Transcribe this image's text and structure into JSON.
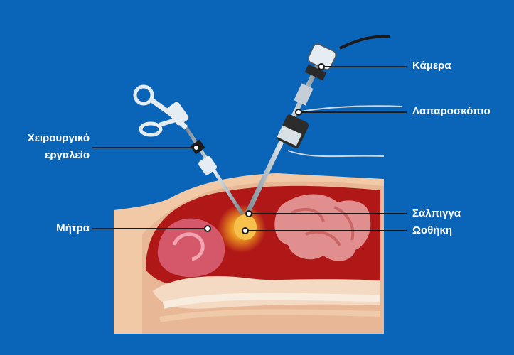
{
  "labels": {
    "camera": "Κάμερα",
    "laparoscope": "Λαπαροσκόπιο",
    "surgical_tool_line1": "Χειρουργικό",
    "surgical_tool_line2": "εργαλείο",
    "uterus": "Μήτρα",
    "fallopian_tube": "Σάλπιγγα",
    "ovary": "Ωοθήκη"
  },
  "colors": {
    "background": "#0a64b8",
    "leader_line": "#1a1a1a",
    "label_text": "#ffffff",
    "body_cavity": "#b01818",
    "skin": "#f2c9a6",
    "ovary_glow": "#f0a020"
  },
  "icons": {
    "camera": "camera-head",
    "laparoscope": "laparoscope-scope",
    "surgical_tool": "grasper-forceps"
  }
}
